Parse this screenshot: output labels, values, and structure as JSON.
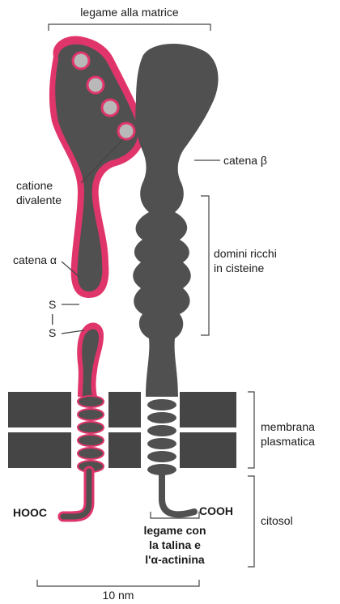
{
  "labels": {
    "top": "legame alla matrice",
    "beta_chain": "catena β",
    "divalent_cation_1": "catione",
    "divalent_cation_2": "divalente",
    "alpha_chain": "catena α",
    "cysteine_1": "domini ricchi",
    "cysteine_2": "in cisteine",
    "s_top": "S",
    "s_bar": "|",
    "s_bottom": "S",
    "membrane_1": "membrana",
    "membrane_2": "plasmatica",
    "hooc": "HOOC",
    "cooh": "COOH",
    "cytosol": "citosol",
    "talin_1": "legame con",
    "talin_2": "la talina e",
    "talin_3": "l'α-actinina",
    "scale": "10 nm"
  },
  "colors": {
    "protein": "#505050",
    "highlight": "#e0356b",
    "cation": "#b9b9b9",
    "membrane": "#454545",
    "line": "#444444"
  }
}
